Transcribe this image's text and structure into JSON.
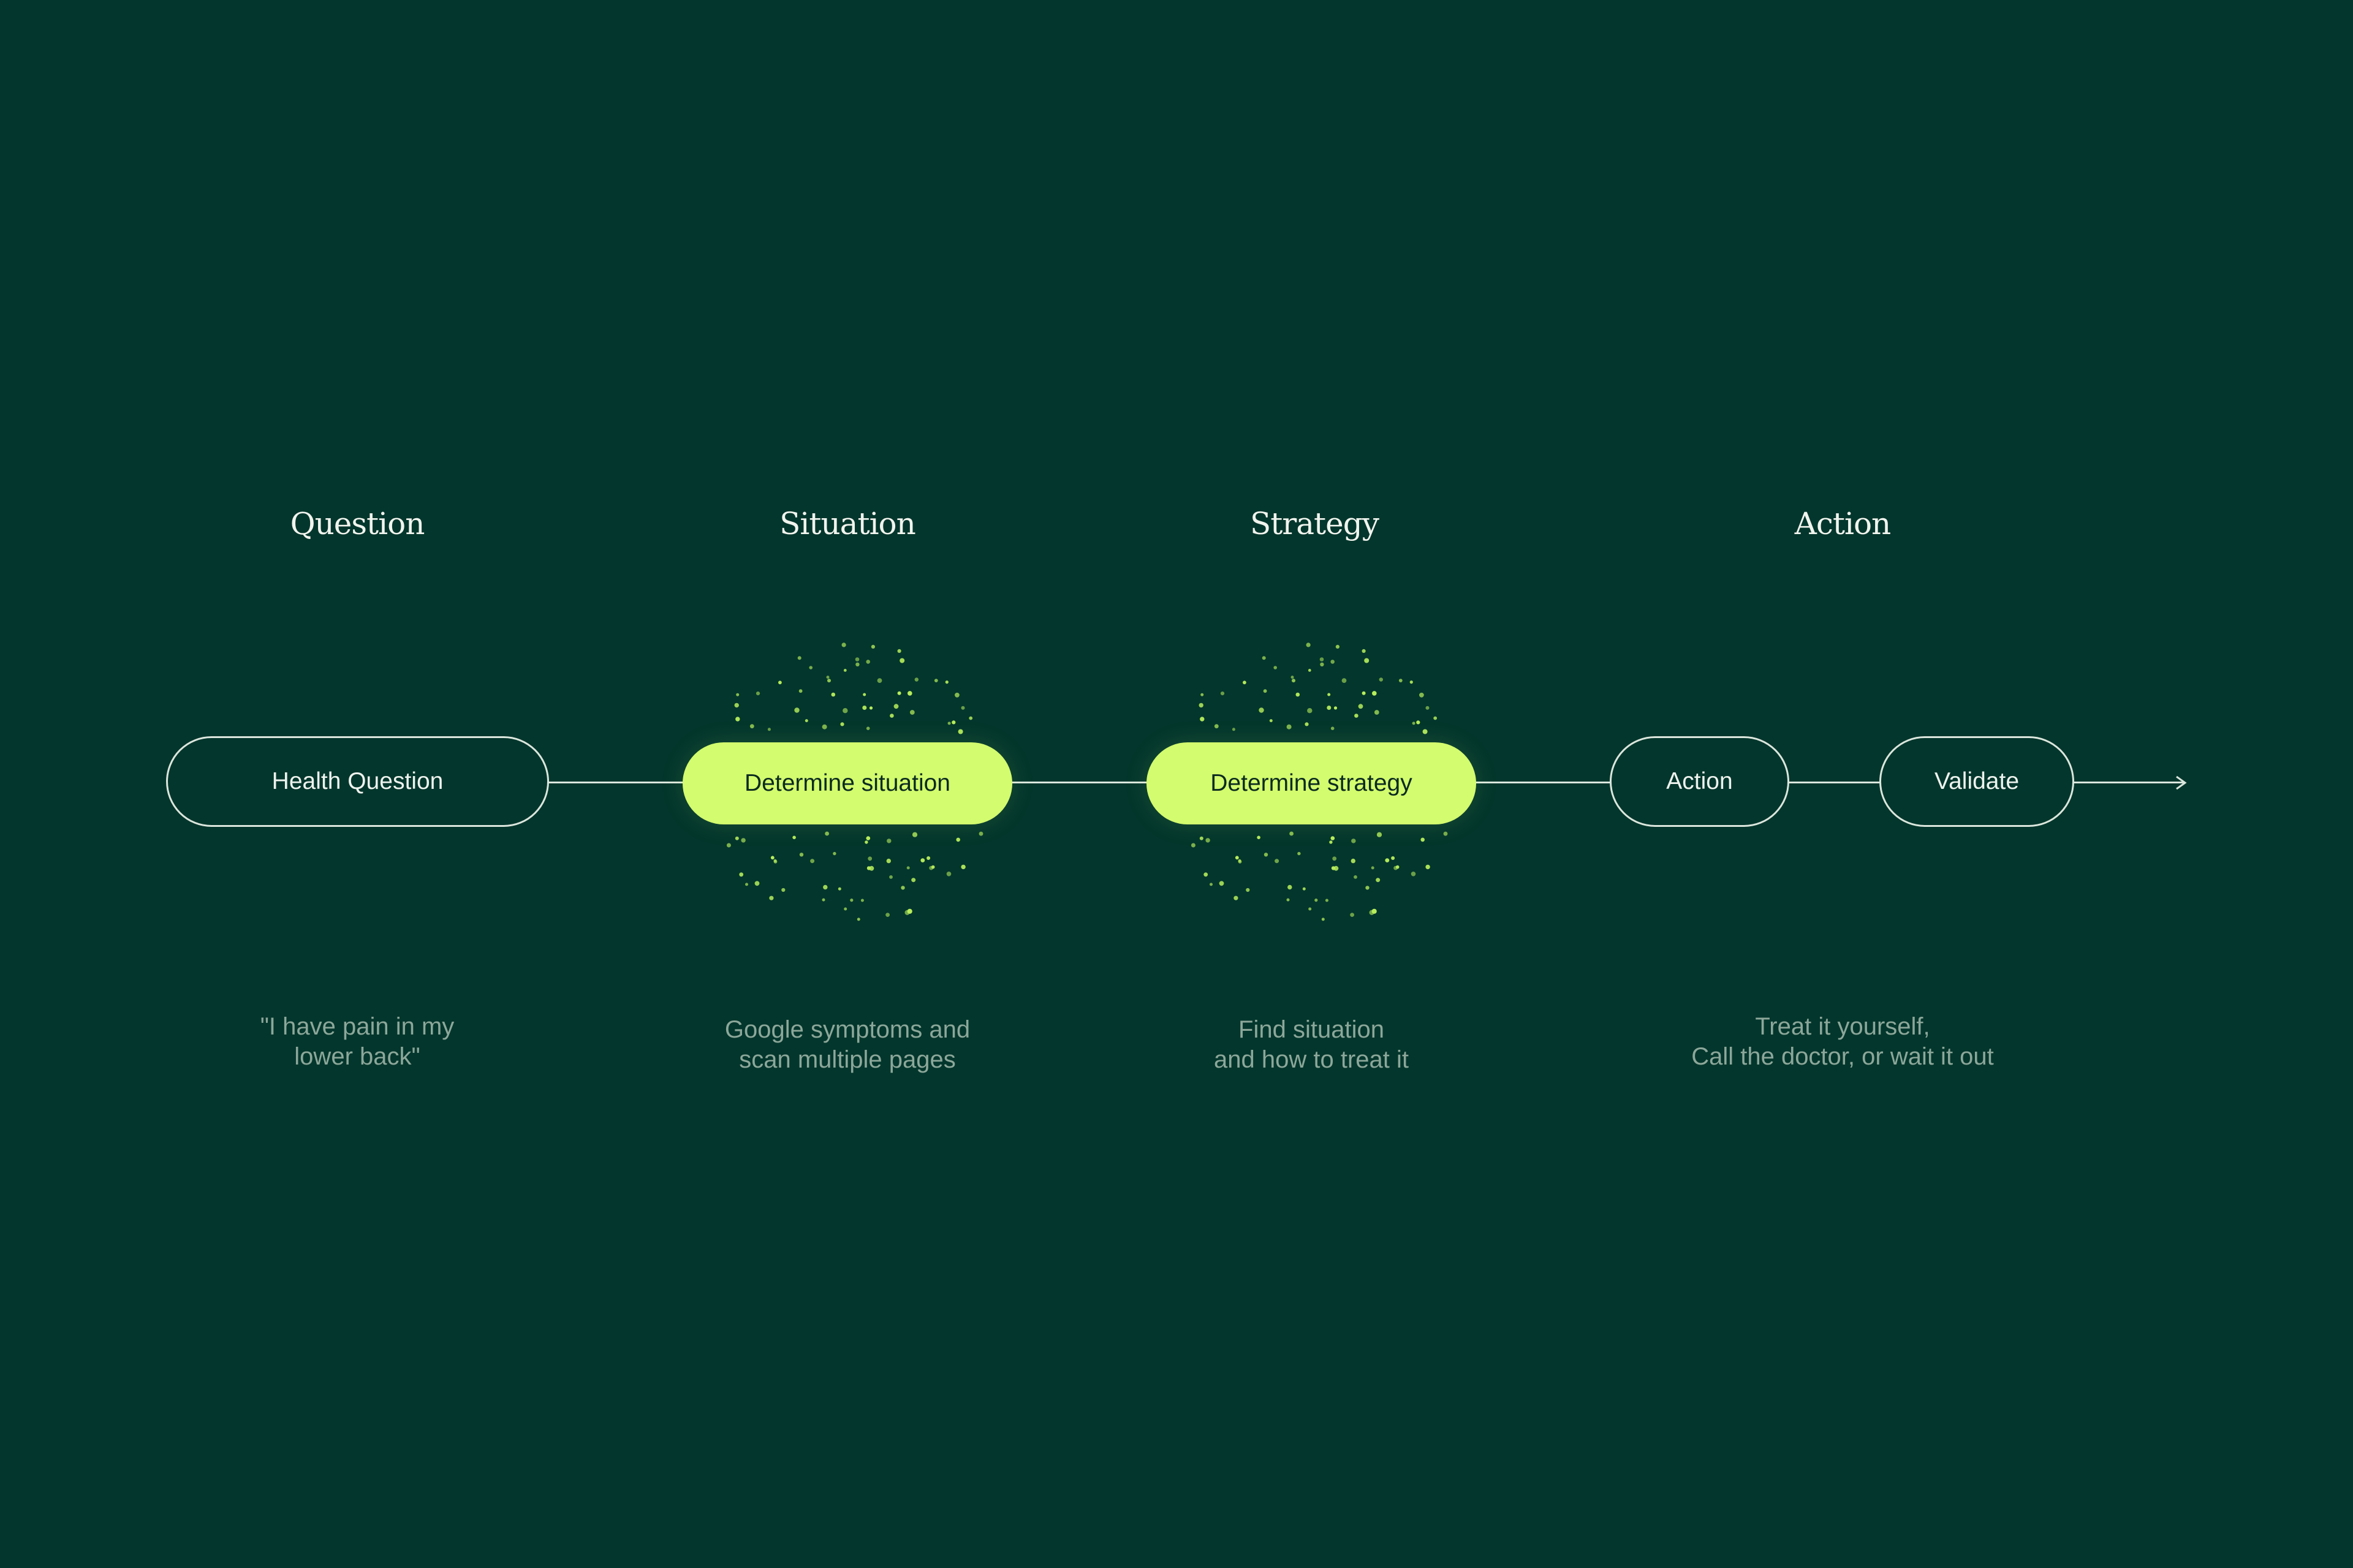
{
  "colors": {
    "background": "#03362c",
    "line": "#dbe6dd",
    "accent": "#d3fc6e",
    "dots": "#b9f05d",
    "muted_text": "#8ca79a",
    "heading_text": "#f1f4ee"
  },
  "columns": [
    {
      "heading": "Question",
      "node": "Health Question",
      "description": "\"I have pain in my\nlower back\""
    },
    {
      "heading": "Situation",
      "node": "Determine situation",
      "description": "Google symptoms and\nscan multiple pages"
    },
    {
      "heading": "Strategy",
      "node": "Determine strategy",
      "description": "Find situation\nand how to treat it"
    },
    {
      "heading": "Action",
      "nodes": [
        "Action",
        "Validate"
      ],
      "description": "Treat it yourself,\nCall the doctor, or wait it out"
    }
  ],
  "icons": {
    "end_arrow": "arrow-right-icon",
    "particles": "dotted-sphere"
  }
}
